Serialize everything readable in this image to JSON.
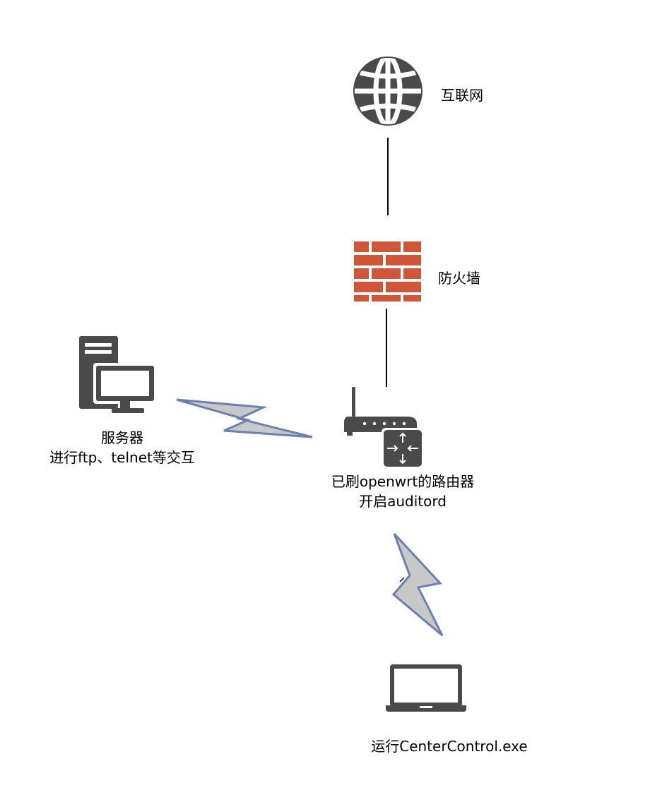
{
  "nodes": {
    "internet": {
      "label": "互联网",
      "icon": "globe-icon"
    },
    "firewall": {
      "label": "防火墙",
      "icon": "brick-wall-icon",
      "color": "#d0563a"
    },
    "server": {
      "label_line1": "服务器",
      "label_line2": "进行ftp、telnet等交互",
      "icon": "server-workstation-icon"
    },
    "router": {
      "label_line1": "已刷openwrt的路由器",
      "label_line2": "开启auditord",
      "icon": "wireless-router-icon"
    },
    "laptop": {
      "label": "运行CenterControl.exe",
      "icon": "laptop-icon"
    }
  },
  "colors": {
    "icon": "#4a4a4a",
    "bolt_fill": "#c8c8c8",
    "bolt_stroke": "#6b7fb3",
    "line": "#000000"
  }
}
